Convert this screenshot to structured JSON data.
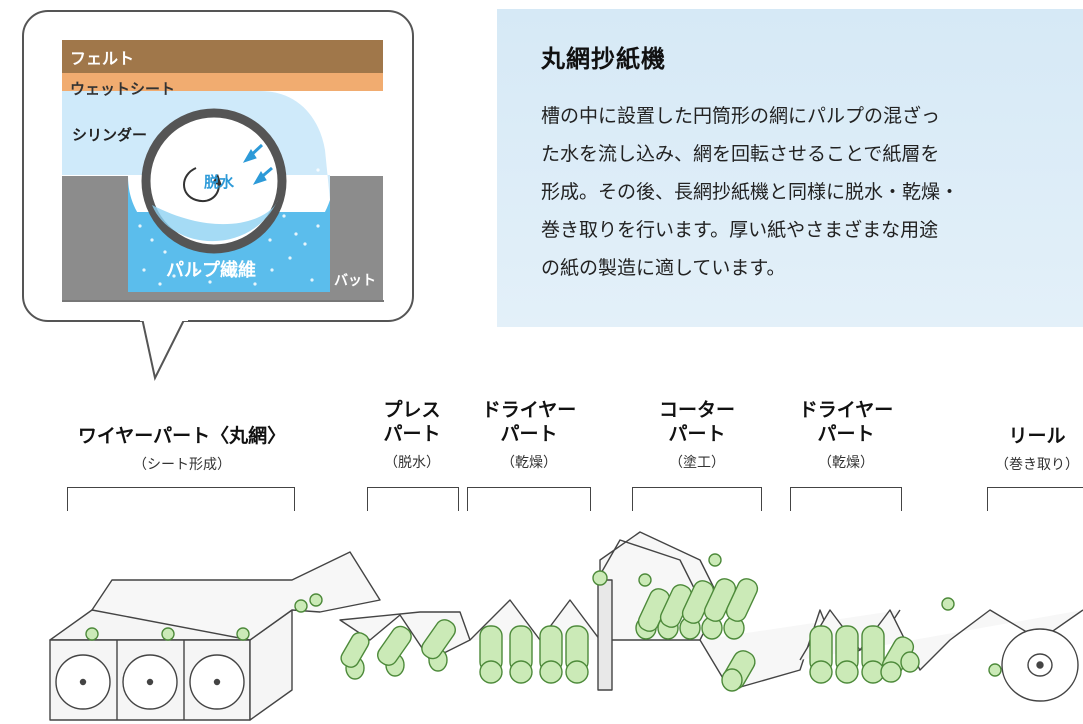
{
  "illustration": {
    "felt": "フェルト",
    "wet_sheet": "ウェットシート",
    "cylinder": "シリンダー",
    "dewater": "脱水",
    "pulp_fiber": "パルプ繊維",
    "vat": "バット"
  },
  "description": {
    "title": "丸網抄紙機",
    "body": "槽の中に設置した円筒形の網にパルプの混ざっ\nた水を流し込み、網を回転させることで紙層を\n形成。その後、長網抄紙機と同様に脱水・乾燥・\n巻き取りを行います。厚い紙やさまざまな用途\nの紙の製造に適しています。"
  },
  "sections": [
    {
      "name": "ワイヤーパート〈丸網〉",
      "sub": "（シート形成）"
    },
    {
      "name": "プレス\nパート",
      "sub": "（脱水）"
    },
    {
      "name": "ドライヤー\nパート",
      "sub": "（乾燥）"
    },
    {
      "name": "コーター\nパート",
      "sub": "（塗工）"
    },
    {
      "name": "ドライヤー\nパート",
      "sub": "（乾燥）"
    },
    {
      "name": "リール",
      "sub": "（巻き取り）"
    }
  ],
  "colors": {
    "felt": "#a0774a",
    "wet_sheet": "#f0a868",
    "water": "#4fb3e8",
    "vat": "#8a8a8a",
    "roller": "#c9e8b6",
    "roller_stroke": "#5a8a4a",
    "panel": "#d6e9f6"
  }
}
